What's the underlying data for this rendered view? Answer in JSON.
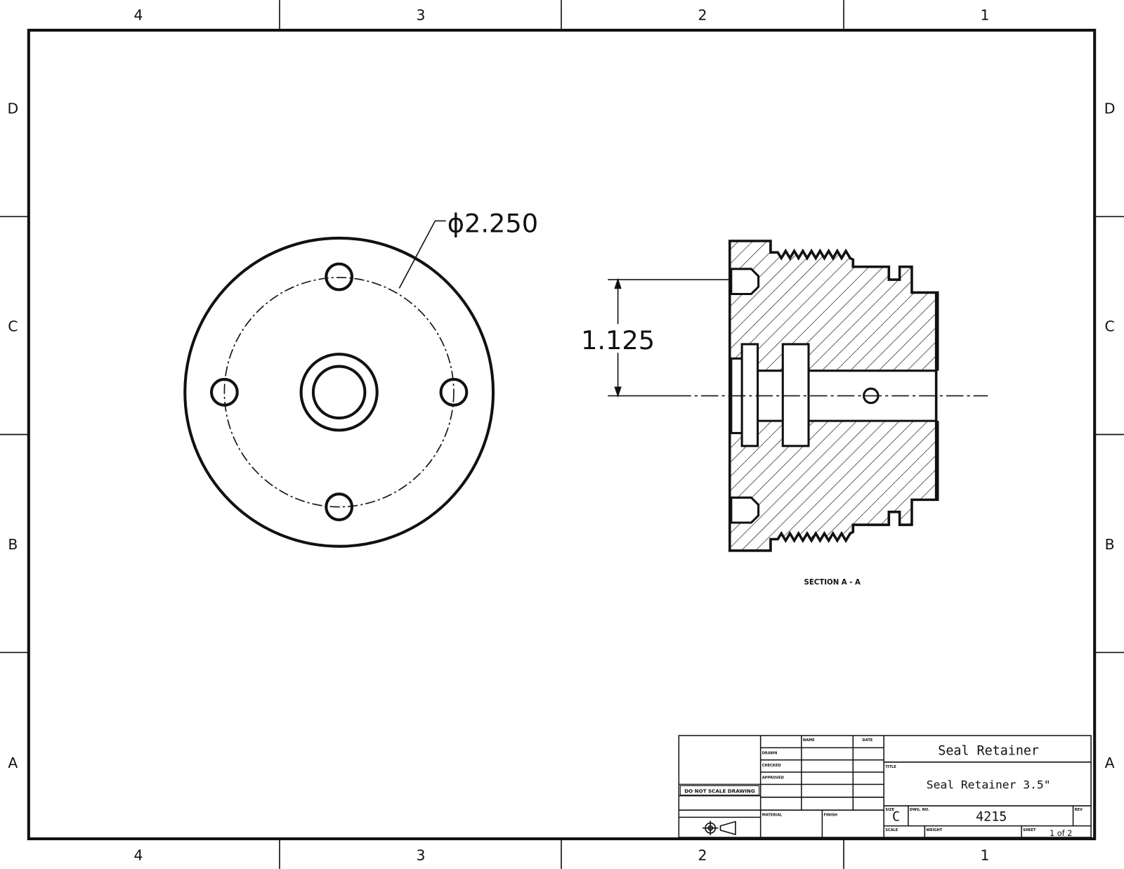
{
  "sheet": {
    "zones_columns": [
      "4",
      "3",
      "2",
      "1"
    ],
    "zones_rows": [
      "D",
      "C",
      "B",
      "A"
    ]
  },
  "views": {
    "front_dimension": "ϕ2.250",
    "section_dimension": "1.125",
    "section_label": "SECTION A - A"
  },
  "title_block": {
    "title": "Seal Retainer",
    "subtitle": "Seal Retainer 3.5\"",
    "size": "C",
    "dwg_no": "4215",
    "sheet": "1 of 2",
    "do_not_scale": "DO NOT SCALE DRAWING",
    "labels": {
      "name": "NAME",
      "date": "DATE",
      "drawn": "DRAWN",
      "checked": "CHECKED",
      "approved": "APPROVED",
      "title": "TITLE",
      "size": "SIZE",
      "dwg": "DWG. NO.",
      "rev": "REV",
      "scale": "SCALE",
      "weight": "WEIGHT",
      "sheet": "SHEET",
      "material": "MATERIAL",
      "finish": "FINISH"
    }
  }
}
